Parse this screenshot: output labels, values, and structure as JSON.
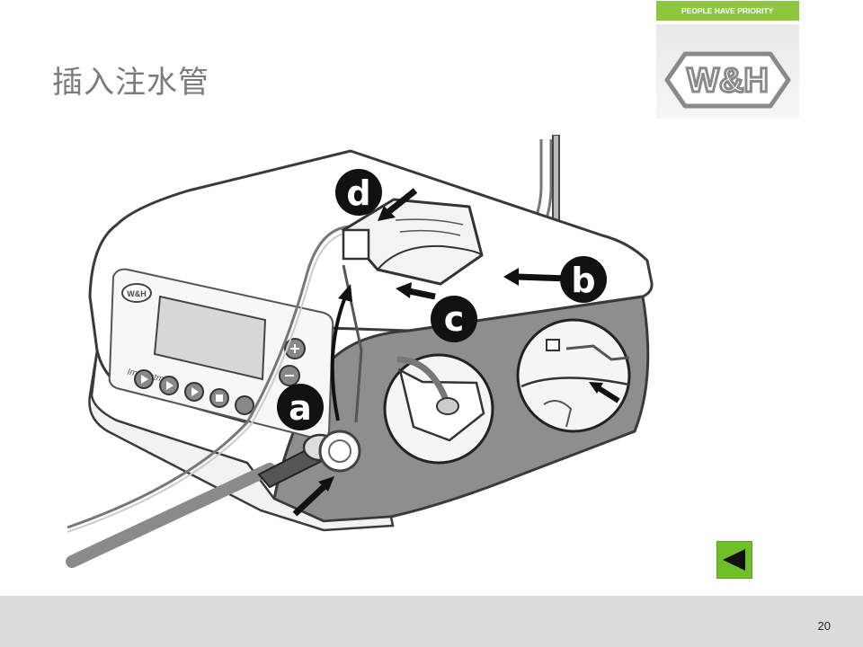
{
  "slide": {
    "title": "插入注水管",
    "tagline": "PEOPLE HAVE PRIORITY",
    "logo_text": "W&H",
    "page_number": "20"
  },
  "device": {
    "brand_badge": "W&H",
    "model_label": "Implantmed",
    "button_icons": [
      "play-icon",
      "play-icon",
      "play-icon",
      "record-icon",
      "plus-icon",
      "minus-icon"
    ]
  },
  "callouts": [
    {
      "letter": "a",
      "target": "hose-inlet"
    },
    {
      "letter": "b",
      "target": "tube-guide"
    },
    {
      "letter": "c",
      "target": "pump-lever"
    },
    {
      "letter": "d",
      "target": "pump-head"
    }
  ],
  "navigation": {
    "back_icon": "triangle-left-icon"
  },
  "colors": {
    "accent_green": "#8dc63f",
    "button_green": "#6fbf2a",
    "footer_gray": "#dcdcdc",
    "title_gray": "#7b7b7b"
  }
}
